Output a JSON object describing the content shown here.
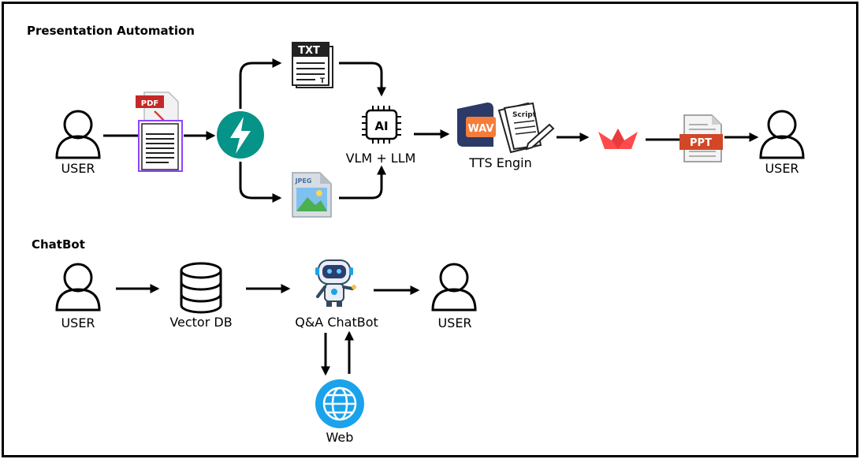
{
  "sections": {
    "presentation": {
      "title": "Presentation Automation",
      "user_in_label": "USER",
      "user_out_label": "USER",
      "pdf_badge": "PDF",
      "txt_badge": "TXT",
      "txt_mark": "T",
      "jpeg_badge": "JPEG",
      "ai_chip_text": "AI",
      "vlm_llm_label": "VLM + LLM",
      "wav_badge": "WAV",
      "script_badge": "Script",
      "tts_label": "TTS Engin",
      "ppt_badge": "PPT"
    },
    "chatbot": {
      "title": "ChatBot",
      "user_in_label": "USER",
      "vector_db_label": "Vector DB",
      "qa_chatbot_label": "Q&A ChatBot",
      "user_out_label": "USER",
      "web_label": "Web"
    }
  },
  "colors": {
    "fastapi_teal": "#059487",
    "streamlit_red": "#ff4b4b",
    "pdf_red": "#e53935",
    "ppt_red": "#d24726",
    "wav_navy": "#2b3a67",
    "wav_orange": "#f57c3b",
    "web_blue": "#1aa3ea",
    "selection_purple": "#8e44ff"
  }
}
